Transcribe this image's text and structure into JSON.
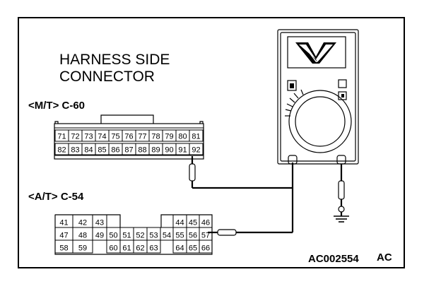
{
  "title_line1": "HARNESS SIDE",
  "title_line2": "CONNECTOR",
  "connector_mt": {
    "label": "<M/T> C-60",
    "row1": [
      "71",
      "72",
      "73",
      "74",
      "75",
      "76",
      "77",
      "78",
      "79",
      "80",
      "81"
    ],
    "row2": [
      "82",
      "83",
      "84",
      "85",
      "86",
      "87",
      "88",
      "89",
      "90",
      "91",
      "92"
    ]
  },
  "connector_at": {
    "label": "<A/T> C-54",
    "row1": [
      {
        "c": 0,
        "t": "41"
      },
      {
        "c": 1,
        "t": "42"
      },
      {
        "c": 2,
        "t": "43"
      },
      {
        "c": 8,
        "t": "44"
      },
      {
        "c": 9,
        "t": "45"
      },
      {
        "c": 10,
        "t": "46"
      }
    ],
    "row2": [
      {
        "c": 0,
        "t": "47"
      },
      {
        "c": 1,
        "t": "48"
      },
      {
        "c": 2,
        "t": "49"
      },
      {
        "c": 3,
        "t": "50"
      },
      {
        "c": 4,
        "t": "51"
      },
      {
        "c": 5,
        "t": "52"
      },
      {
        "c": 6,
        "t": "53"
      },
      {
        "c": 7,
        "t": "54"
      },
      {
        "c": 8,
        "t": "55"
      },
      {
        "c": 9,
        "t": "56"
      },
      {
        "c": 10,
        "t": "57"
      }
    ],
    "row3": [
      {
        "c": 0,
        "t": "58"
      },
      {
        "c": 1,
        "t": "59"
      },
      {
        "c": 3,
        "t": "60"
      },
      {
        "c": 4,
        "t": "61"
      },
      {
        "c": 5,
        "t": "62"
      },
      {
        "c": 6,
        "t": "63"
      },
      {
        "c": 8,
        "t": "64"
      },
      {
        "c": 9,
        "t": "65"
      },
      {
        "c": 10,
        "t": "66"
      }
    ]
  },
  "figure_code": "AC002554",
  "figure_suffix": "AC"
}
